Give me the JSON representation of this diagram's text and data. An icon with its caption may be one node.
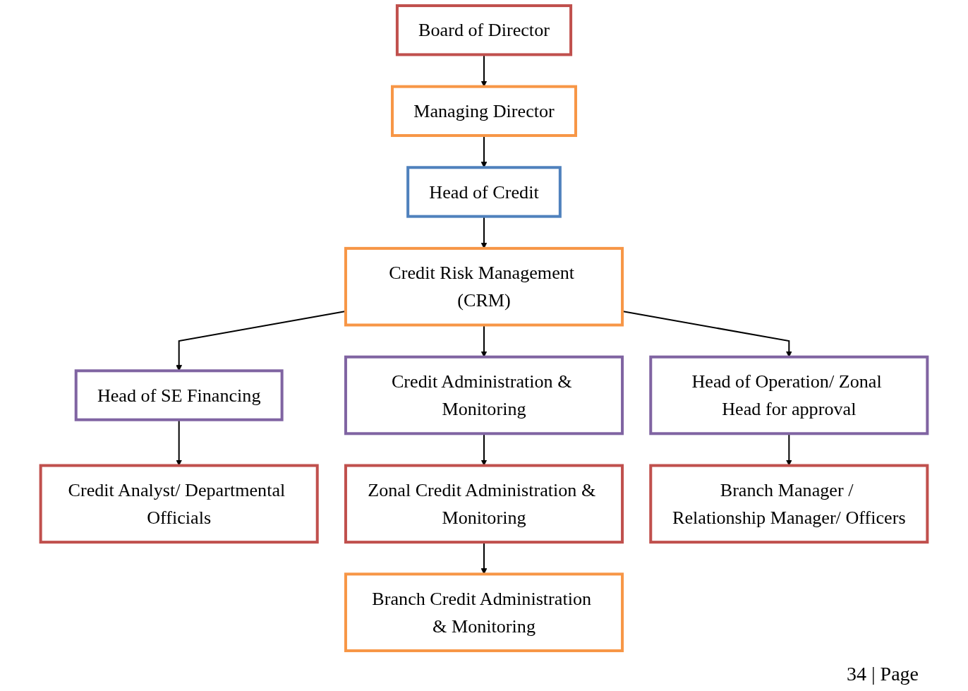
{
  "diagram": {
    "nodes": [
      {
        "text": [
          "Board of Director"
        ]
      },
      {
        "text": [
          "Managing Director"
        ]
      },
      {
        "text": [
          "Head of Credit"
        ]
      },
      {
        "text": [
          "Credit Risk Management (CRM)"
        ]
      },
      {
        "text": [
          "Head of SE Financing"
        ]
      },
      {
        "text": [
          "Credit Administration & Monitoring"
        ]
      },
      {
        "text": [
          "Head of Operation/ Zonal Head for approval"
        ]
      },
      {
        "text": [
          "Credit Analyst/ Departmental Officials"
        ]
      },
      {
        "text": [
          "Zonal Credit Administration & Monitoring"
        ]
      },
      {
        "text": [
          "Branch Manager / Relationship Manager/ Officers"
        ]
      },
      {
        "text": [
          "Branch Credit Administration & Monitoring"
        ]
      }
    ],
    "edges": [
      {
        "from": 0,
        "to": 1,
        "arrow": "to"
      },
      {
        "from": 1,
        "to": 2,
        "arrow": "to"
      },
      {
        "from": 2,
        "to": 3,
        "arrow": "to"
      },
      {
        "from": 3,
        "to": 4,
        "arrow": "to"
      },
      {
        "from": 3,
        "to": 5,
        "arrow": "to"
      },
      {
        "from": 3,
        "to": 6,
        "arrow": "to"
      },
      {
        "from": 4,
        "to": 7,
        "arrow": "to"
      },
      {
        "from": 5,
        "to": 8,
        "arrow": "to"
      },
      {
        "from": 6,
        "to": 9,
        "arrow": "to"
      },
      {
        "from": 8,
        "to": 10,
        "arrow": "to"
      }
    ],
    "labels": [
      "34 | Page"
    ]
  }
}
